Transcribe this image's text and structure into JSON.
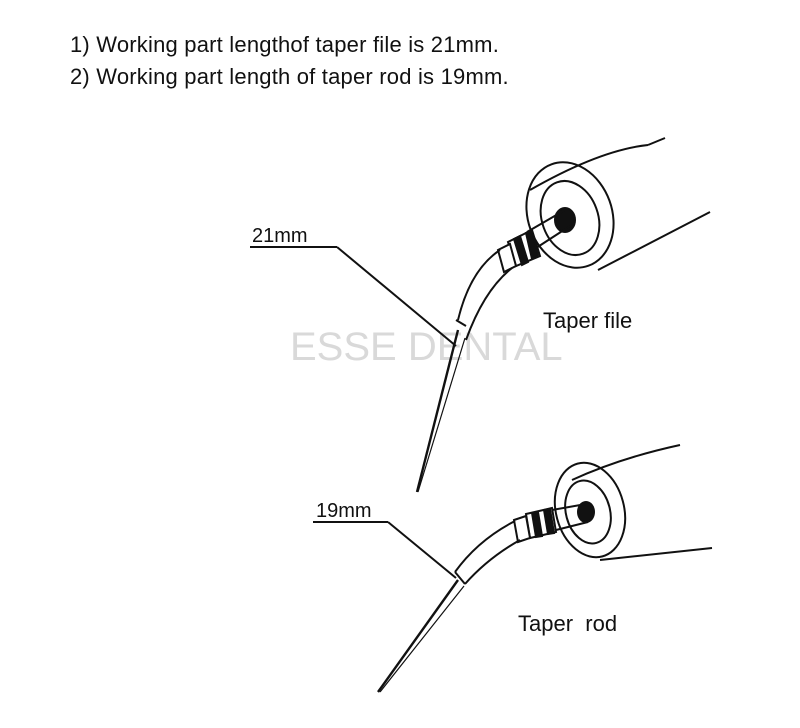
{
  "notes": [
    "1) Working part lengthof taper file is 21mm.",
    "2) Working part length of taper rod is 19mm."
  ],
  "instruments": [
    {
      "name": "Taper file",
      "length": "21mm"
    },
    {
      "name": "Taper  rod",
      "length": "19mm"
    }
  ],
  "watermark": "ESSE DENTAL",
  "colors": {
    "ink": "#111111",
    "watermark": "#d9d9d9"
  }
}
